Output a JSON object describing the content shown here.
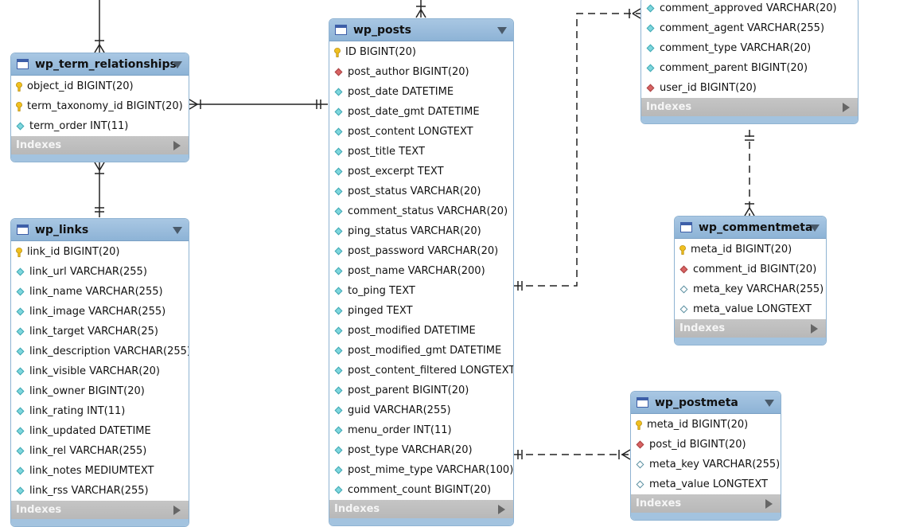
{
  "tables": {
    "wp_term_relationships": {
      "title": "wp_term_relationships",
      "columns": [
        {
          "text": "object_id BIGINT(20)",
          "icon": "key-icon"
        },
        {
          "text": "term_taxonomy_id BIGINT(20)",
          "icon": "key-icon"
        },
        {
          "text": "term_order INT(11)",
          "icon": "column-icon"
        }
      ],
      "indexes_label": "Indexes"
    },
    "wp_links": {
      "title": "wp_links",
      "columns": [
        {
          "text": "link_id BIGINT(20)",
          "icon": "key-icon"
        },
        {
          "text": "link_url VARCHAR(255)",
          "icon": "column-icon"
        },
        {
          "text": "link_name VARCHAR(255)",
          "icon": "column-icon"
        },
        {
          "text": "link_image VARCHAR(255)",
          "icon": "column-icon"
        },
        {
          "text": "link_target VARCHAR(25)",
          "icon": "column-icon"
        },
        {
          "text": "link_description VARCHAR(255)",
          "icon": "column-icon"
        },
        {
          "text": "link_visible VARCHAR(20)",
          "icon": "column-icon"
        },
        {
          "text": "link_owner BIGINT(20)",
          "icon": "column-icon"
        },
        {
          "text": "link_rating INT(11)",
          "icon": "column-icon"
        },
        {
          "text": "link_updated DATETIME",
          "icon": "column-icon"
        },
        {
          "text": "link_rel VARCHAR(255)",
          "icon": "column-icon"
        },
        {
          "text": "link_notes MEDIUMTEXT",
          "icon": "column-icon"
        },
        {
          "text": "link_rss VARCHAR(255)",
          "icon": "column-icon"
        }
      ],
      "indexes_label": "Indexes"
    },
    "wp_posts": {
      "title": "wp_posts",
      "columns": [
        {
          "text": "ID BIGINT(20)",
          "icon": "key-icon"
        },
        {
          "text": "post_author BIGINT(20)",
          "icon": "foreign-key-icon"
        },
        {
          "text": "post_date DATETIME",
          "icon": "column-icon"
        },
        {
          "text": "post_date_gmt DATETIME",
          "icon": "column-icon"
        },
        {
          "text": "post_content LONGTEXT",
          "icon": "column-icon"
        },
        {
          "text": "post_title TEXT",
          "icon": "column-icon"
        },
        {
          "text": "post_excerpt TEXT",
          "icon": "column-icon"
        },
        {
          "text": "post_status VARCHAR(20)",
          "icon": "column-icon"
        },
        {
          "text": "comment_status VARCHAR(20)",
          "icon": "column-icon"
        },
        {
          "text": "ping_status VARCHAR(20)",
          "icon": "column-icon"
        },
        {
          "text": "post_password VARCHAR(20)",
          "icon": "column-icon"
        },
        {
          "text": "post_name VARCHAR(200)",
          "icon": "column-icon"
        },
        {
          "text": "to_ping TEXT",
          "icon": "column-icon"
        },
        {
          "text": "pinged TEXT",
          "icon": "column-icon"
        },
        {
          "text": "post_modified DATETIME",
          "icon": "column-icon"
        },
        {
          "text": "post_modified_gmt DATETIME",
          "icon": "column-icon"
        },
        {
          "text": "post_content_filtered LONGTEXT",
          "icon": "column-icon"
        },
        {
          "text": "post_parent BIGINT(20)",
          "icon": "column-icon"
        },
        {
          "text": "guid VARCHAR(255)",
          "icon": "column-icon"
        },
        {
          "text": "menu_order INT(11)",
          "icon": "column-icon"
        },
        {
          "text": "post_type VARCHAR(20)",
          "icon": "column-icon"
        },
        {
          "text": "post_mime_type VARCHAR(100)",
          "icon": "column-icon"
        },
        {
          "text": "comment_count BIGINT(20)",
          "icon": "column-icon"
        }
      ],
      "indexes_label": "Indexes"
    },
    "wp_comments": {
      "columns": [
        {
          "text": "comment_approved VARCHAR(20)",
          "icon": "column-icon"
        },
        {
          "text": "comment_agent VARCHAR(255)",
          "icon": "column-icon"
        },
        {
          "text": "comment_type VARCHAR(20)",
          "icon": "column-icon"
        },
        {
          "text": "comment_parent BIGINT(20)",
          "icon": "column-icon"
        },
        {
          "text": "user_id BIGINT(20)",
          "icon": "foreign-key-icon"
        }
      ],
      "indexes_label": "Indexes"
    },
    "wp_commentmeta": {
      "title": "wp_commentmeta",
      "columns": [
        {
          "text": "meta_id BIGINT(20)",
          "icon": "key-icon"
        },
        {
          "text": "comment_id BIGINT(20)",
          "icon": "foreign-key-icon"
        },
        {
          "text": "meta_key VARCHAR(255)",
          "icon": "nullable-column-icon"
        },
        {
          "text": "meta_value LONGTEXT",
          "icon": "nullable-column-icon"
        }
      ],
      "indexes_label": "Indexes"
    },
    "wp_postmeta": {
      "title": "wp_postmeta",
      "columns": [
        {
          "text": "meta_id BIGINT(20)",
          "icon": "key-icon"
        },
        {
          "text": "post_id BIGINT(20)",
          "icon": "foreign-key-icon"
        },
        {
          "text": "meta_key VARCHAR(255)",
          "icon": "nullable-column-icon"
        },
        {
          "text": "meta_value LONGTEXT",
          "icon": "nullable-column-icon"
        }
      ],
      "indexes_label": "Indexes"
    }
  },
  "colors": {
    "header": "#9dbfdf",
    "key": "#f0c020",
    "foreign_key": "#d96363",
    "column": "#7ed6dd",
    "indexes_bar": "#bfbfbf",
    "connector": "#222222"
  }
}
